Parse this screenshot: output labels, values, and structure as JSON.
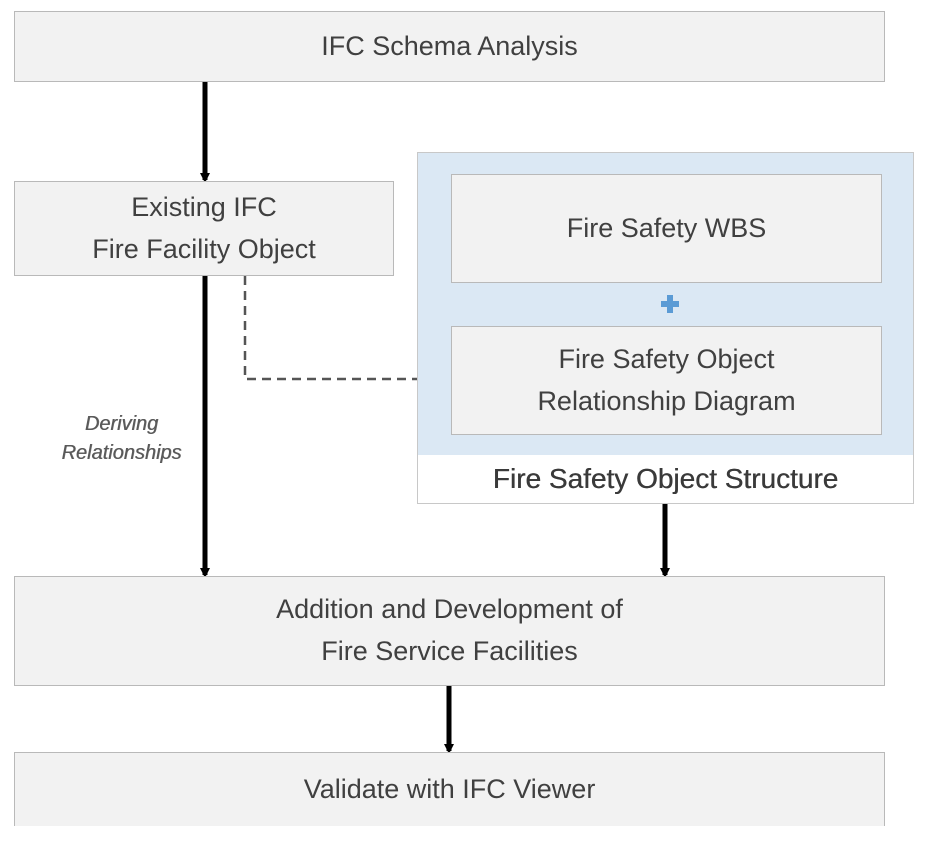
{
  "steps": {
    "schema_analysis": [
      "IFC Schema Analysis"
    ],
    "existing_object": [
      "Existing IFC",
      "Fire Facility Object"
    ],
    "addition": [
      "Addition and Development of",
      "Fire Service Facilities"
    ],
    "validate": [
      "Validate with IFC Viewer"
    ]
  },
  "structure": {
    "caption": "Fire Safety Object Structure",
    "wbs": [
      "Fire Safety WBS"
    ],
    "relationship_diagram": [
      "Fire Safety Object",
      "Relationship Diagram"
    ],
    "combine_icon": "plus-icon"
  },
  "edge_labels": {
    "deriving": [
      "Deriving",
      "Relationships"
    ]
  },
  "colors": {
    "box_fill": "#f2f2f2",
    "box_border": "#b9b9b9",
    "group_fill": "#dbe8f4",
    "plus": "#5b9bd5",
    "arrow": "#000000",
    "dashed_arrow": "#555555"
  }
}
